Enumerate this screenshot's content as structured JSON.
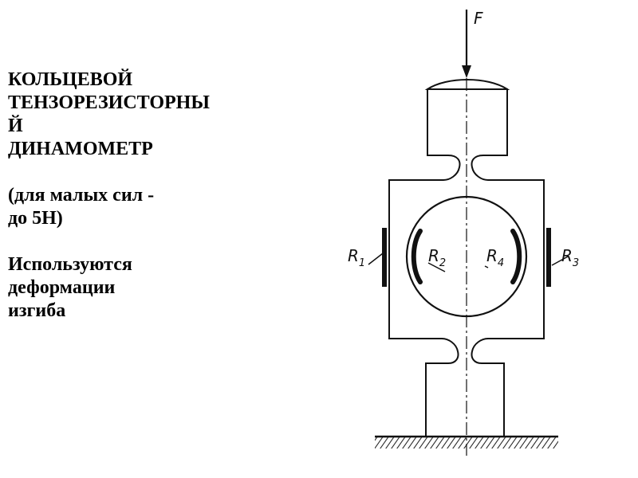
{
  "text_block": {
    "title_lines": [
      "КОЛЬЦЕВОЙ",
      "ТЕНЗОРЕЗИСТОРНЫ",
      "Й",
      "ДИНАМОМЕТР"
    ],
    "note_lines": [
      "(для малых сил -",
      "до  5Н)"
    ],
    "usage_lines": [
      "Используются",
      "деформации",
      "изгиба"
    ]
  },
  "diagram": {
    "force_label": "F",
    "resistors": [
      {
        "letter": "R",
        "index": "1"
      },
      {
        "letter": "R",
        "index": "2"
      },
      {
        "letter": "R",
        "index": "4"
      },
      {
        "letter": "R",
        "index": "3"
      }
    ],
    "line_color": "#111111"
  }
}
